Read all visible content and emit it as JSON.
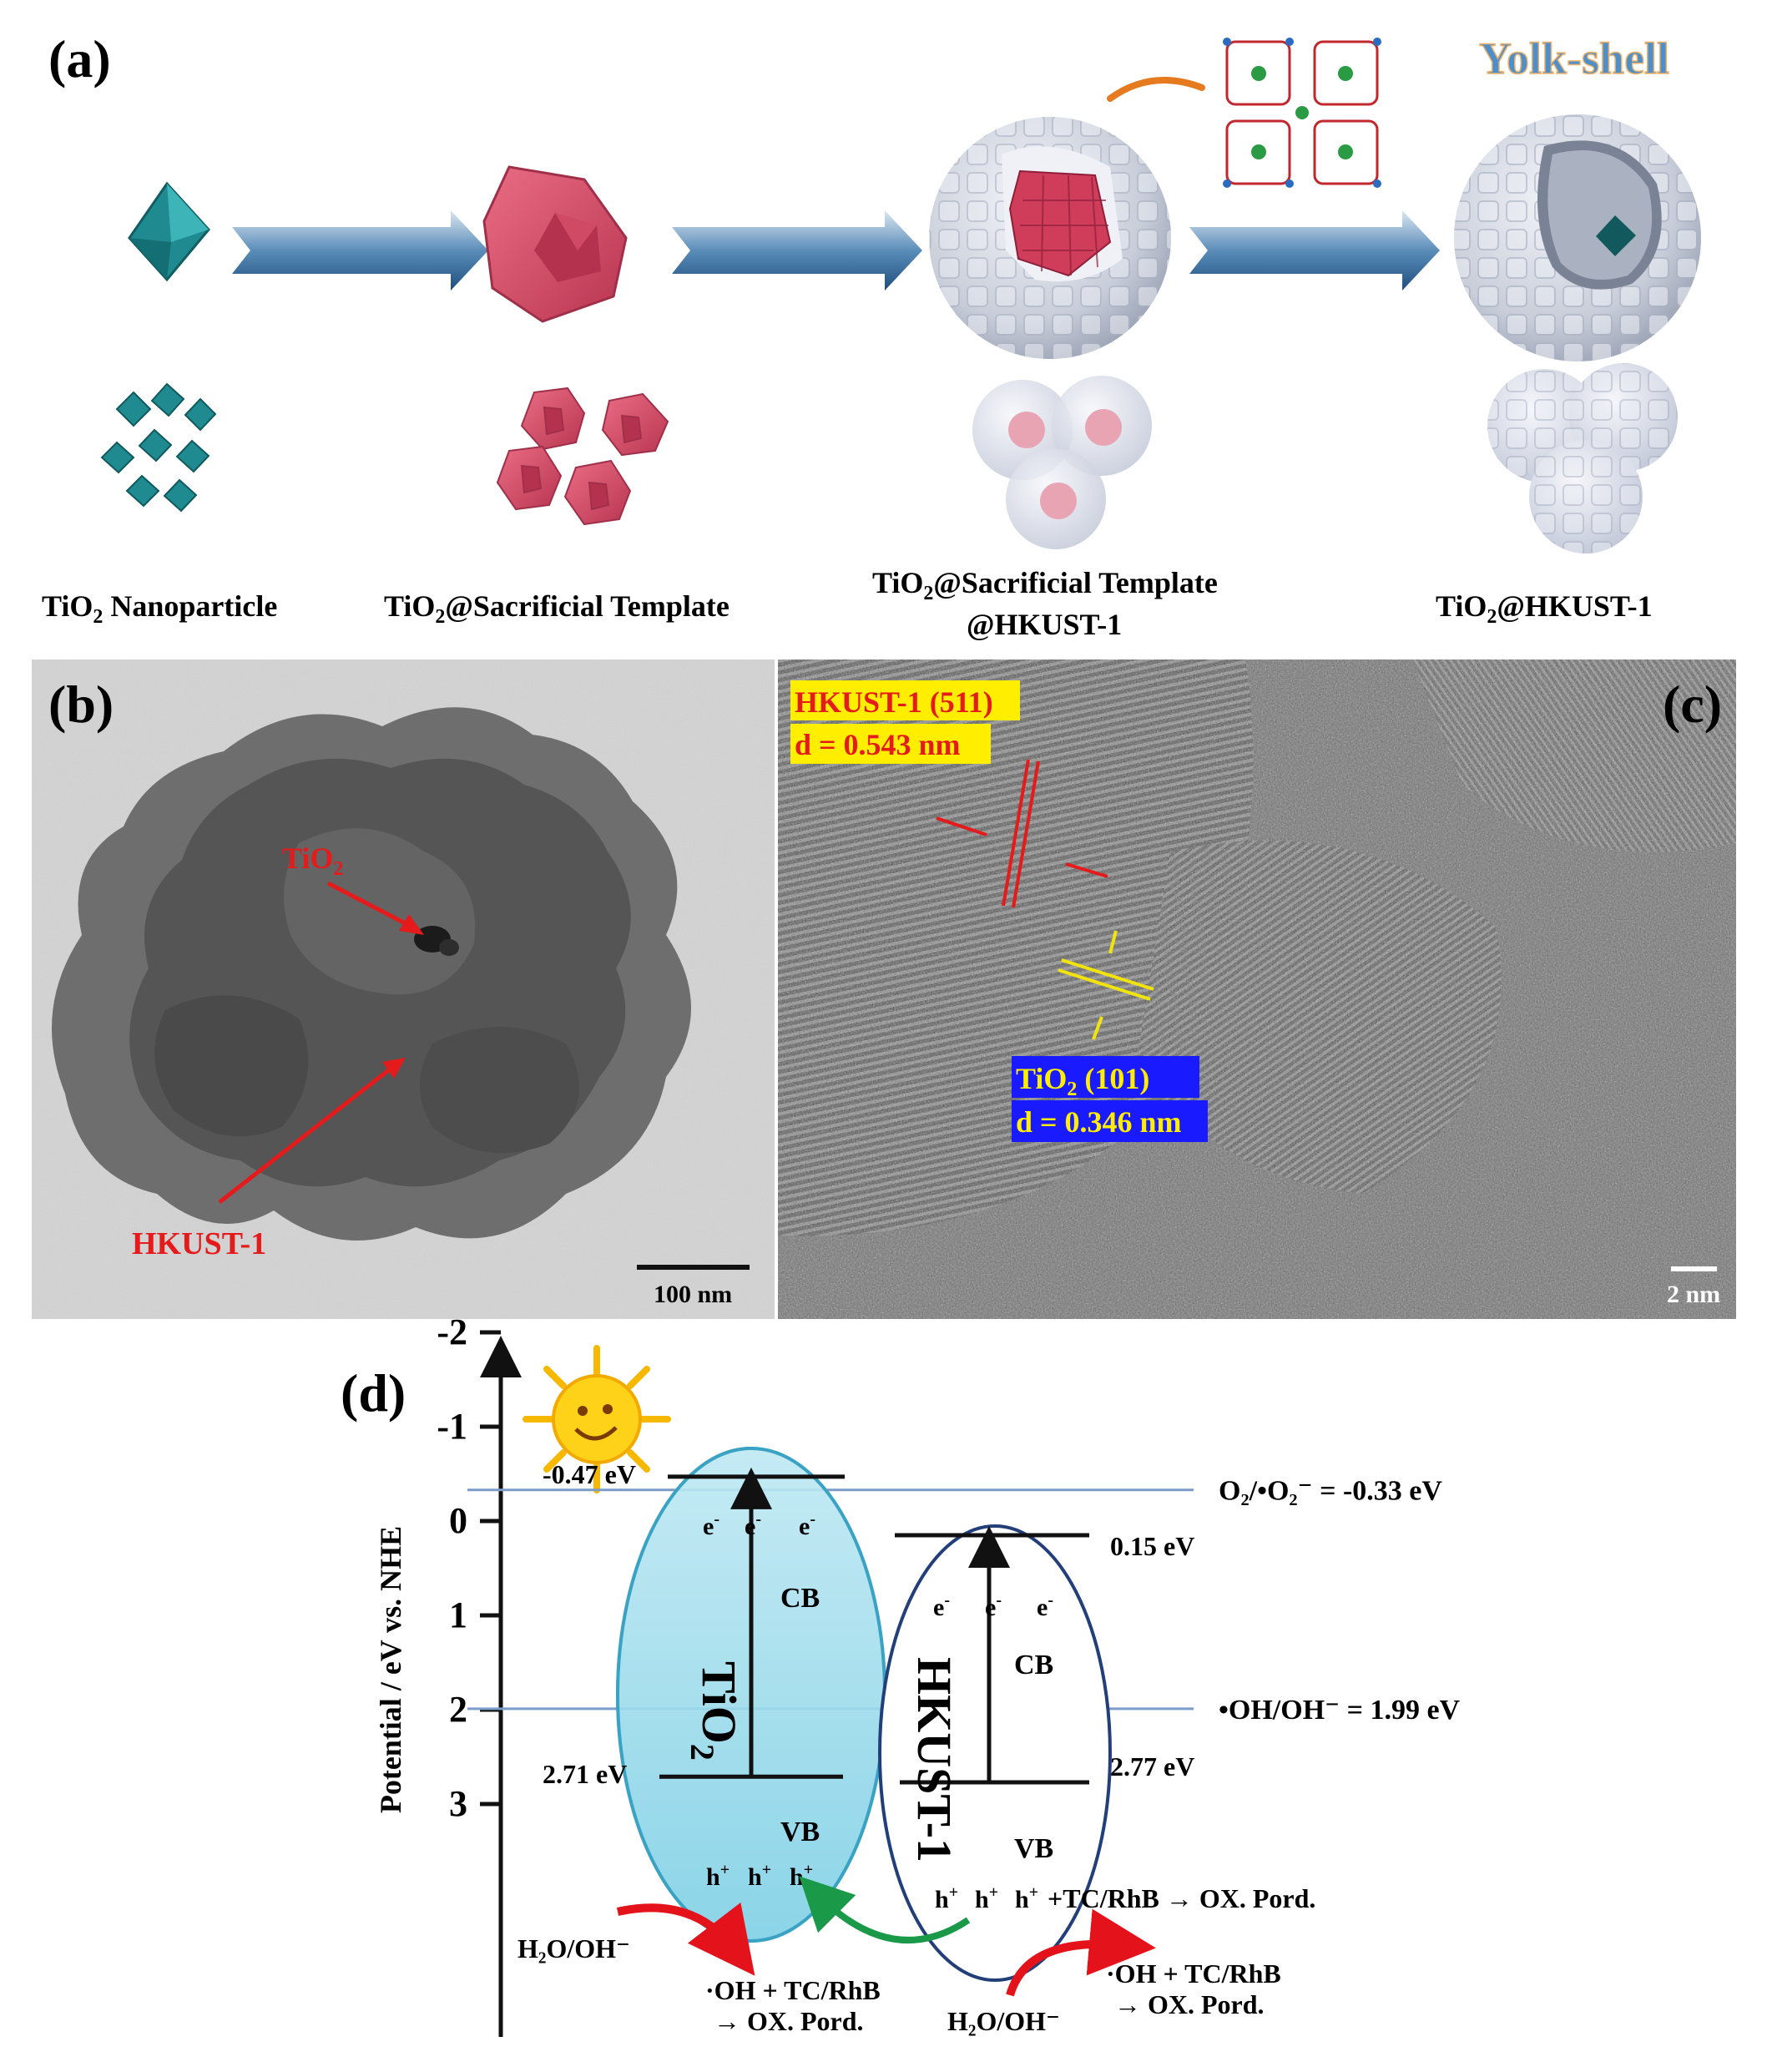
{
  "panel_a": {
    "letter": "(a)",
    "title": "Yolk-shell",
    "steps": [
      {
        "label_main": "TiO",
        "label_sub": "2",
        "label_rest": " Nanoparticle",
        "label_line2": ""
      },
      {
        "label_main": "TiO",
        "label_sub": "2",
        "label_rest": "@Sacrificial Template",
        "label_line2": ""
      },
      {
        "label_main": "TiO",
        "label_sub": "2",
        "label_rest": "@Sacrificial Template",
        "label_line2": "@HKUST-1"
      },
      {
        "label_main": "TiO",
        "label_sub": "2",
        "label_rest": "@HKUST-1",
        "label_line2": ""
      }
    ],
    "colors": {
      "tio2": "#1f8a90",
      "template": "#d9556d",
      "shell": "#c9ceda",
      "arrow": "#1f5f8f",
      "title": "#4f8fc9"
    }
  },
  "panel_b": {
    "letter": "(b)",
    "label_tio2_main": "TiO",
    "label_tio2_sub": "2",
    "label_hkust": "HKUST-1",
    "scale_bar": "100 nm",
    "annotation_color": "#e51b1b"
  },
  "panel_c": {
    "letter": "(c)",
    "hkust_plane": "HKUST-1 (511)",
    "hkust_d": "d = 0.543 nm",
    "tio2_plane_main": "TiO",
    "tio2_plane_sub": "2",
    "tio2_plane_rest": " (101)",
    "tio2_d": "d = 0.346 nm",
    "scale_bar": "2 nm",
    "colors": {
      "hkust_box": "#ffee00",
      "hkust_text": "#e51b1b",
      "tio2_box": "#1a1aff",
      "tio2_text": "#ffee00"
    }
  },
  "panel_d": {
    "letter": "(d)",
    "ylabel": "Potential / eV vs. NHE",
    "y_ticks": [
      "-2",
      "-1",
      "0",
      "1",
      "2",
      "3"
    ],
    "tio2_name_main": "TiO",
    "tio2_name_sub": "2",
    "hkust_name": "HKUST-1",
    "tio2_cb": "-0.47 eV",
    "tio2_vb": "2.71 eV",
    "hkust_cb": "0.15 eV",
    "hkust_vb": "2.77 eV",
    "cb_label": "CB",
    "vb_label": "VB",
    "electron": "e",
    "electron_sup": "-",
    "hole": "h",
    "hole_sup": "+",
    "o2_level": "O₂/•O₂⁻ = -0.33 eV",
    "oh_level": "•OH/OH⁻ = 1.99 eV",
    "h2o_left": "H₂O/OH⁻",
    "h2o_right": "H₂O/OH⁻",
    "oh_prod_left_1": "·OH + TC/RhB",
    "oh_prod_left_2": "→ OX. Pord.",
    "oh_prod_right_1": "·OH + TC/RhB",
    "oh_prod_right_2": "→ OX. Pord.",
    "hole_reaction": "+TC/RhB → OX. Pord.",
    "chart_data": {
      "type": "band-diagram",
      "y_unit": "eV vs. NHE",
      "ylim": [
        -2.3,
        3.3
      ],
      "bands": [
        {
          "name": "TiO2",
          "CB": -0.47,
          "VB": 2.71
        },
        {
          "name": "HKUST-1",
          "CB": 0.15,
          "VB": 2.77
        }
      ],
      "reference_levels": [
        {
          "label": "O2/•O2− = -0.33 eV",
          "value": -0.33
        },
        {
          "label": "•OH/OH− = 1.99 eV",
          "value": 1.99
        }
      ]
    },
    "colors": {
      "tio2_fill": "#a7e1ef",
      "tio2_edge": "#3aa3c4",
      "hkust_edge": "#233f7a",
      "ref_line": "#7b9cc8",
      "red_arrow": "#e4121a",
      "green_arrow": "#1a9a48"
    }
  }
}
